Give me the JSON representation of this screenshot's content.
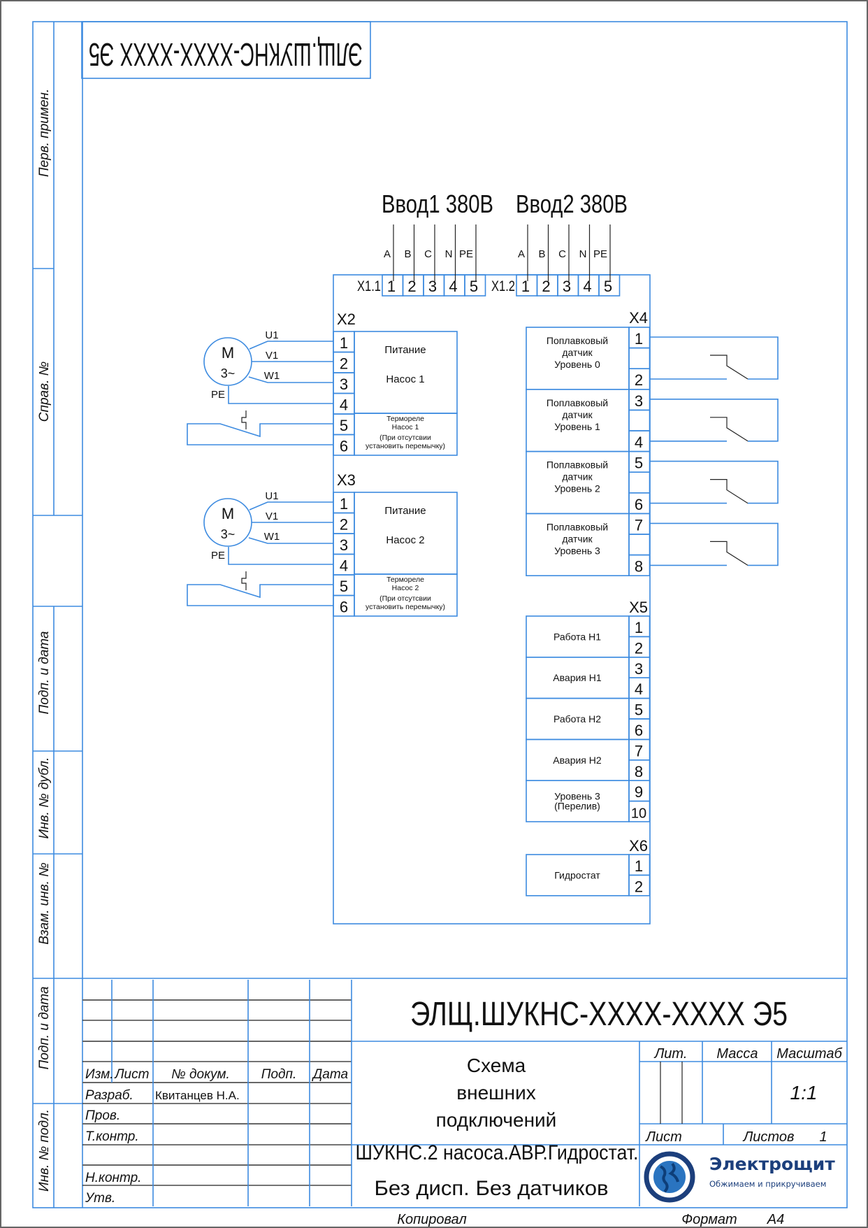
{
  "stamp_code_rotated": "ЭЛЩ.ШУКНС-XXXX-XXXX Э5",
  "side_labels": [
    "Перв. примен.",
    "Справ. №",
    "Подп. и дата",
    "Инв. № дубл.",
    "Взам. инв. №",
    "Подп. и дата",
    "Инв. № подл."
  ],
  "inputs": [
    {
      "title": "Ввод1 380В",
      "connector": "X1.1",
      "phases": [
        "A",
        "B",
        "C",
        "N",
        "PE"
      ],
      "terminals": [
        "1",
        "2",
        "3",
        "4",
        "5"
      ]
    },
    {
      "title": "Ввод2 380В",
      "connector": "X1.2",
      "phases": [
        "A",
        "B",
        "C",
        "N",
        "PE"
      ],
      "terminals": [
        "1",
        "2",
        "3",
        "4",
        "5"
      ]
    }
  ],
  "pumps": [
    {
      "connector": "X2",
      "motor": {
        "symbol": "M",
        "type": "3~",
        "wires": [
          "U1",
          "V1",
          "W1"
        ],
        "pe": "PE"
      },
      "terminals": [
        "1",
        "2",
        "3",
        "4",
        "5",
        "6"
      ],
      "power_label": [
        "Питание",
        "Насос 1"
      ],
      "relay_label": [
        "Термореле",
        "Насос 1",
        "(При отсутсвии",
        "установить перемычку)"
      ]
    },
    {
      "connector": "X3",
      "motor": {
        "symbol": "M",
        "type": "3~",
        "wires": [
          "U1",
          "V1",
          "W1"
        ],
        "pe": "PE"
      },
      "terminals": [
        "1",
        "2",
        "3",
        "4",
        "5",
        "6"
      ],
      "power_label": [
        "Питание",
        "Насос 2"
      ],
      "relay_label": [
        "Термореле",
        "Насос 2",
        "(При отсутсвии",
        "установить перемычку)"
      ]
    }
  ],
  "level_sensors": {
    "connector": "X4",
    "items": [
      {
        "label": [
          "Поплавковый",
          "датчик",
          "Уровень 0"
        ],
        "terminals": [
          "1",
          "",
          "2"
        ]
      },
      {
        "label": [
          "Поплавковый",
          "датчик",
          "Уровень 1"
        ],
        "terminals": [
          "3",
          "",
          "4"
        ]
      },
      {
        "label": [
          "Поплавковый",
          "датчик",
          "Уровень 2"
        ],
        "terminals": [
          "5",
          "",
          "6"
        ]
      },
      {
        "label": [
          "Поплавковый",
          "датчик",
          "Уровень 3"
        ],
        "terminals": [
          "7",
          "",
          "8"
        ]
      }
    ]
  },
  "signals": {
    "connector": "X5",
    "items": [
      {
        "label": [
          "Работа Н1"
        ],
        "terminals": [
          "1",
          "2"
        ]
      },
      {
        "label": [
          "Авария Н1"
        ],
        "terminals": [
          "3",
          "4"
        ]
      },
      {
        "label": [
          "Работа Н2"
        ],
        "terminals": [
          "5",
          "6"
        ]
      },
      {
        "label": [
          "Авария Н2"
        ],
        "terminals": [
          "7",
          "8"
        ]
      },
      {
        "label": [
          "Уровень 3",
          "(Перелив)"
        ],
        "terminals": [
          "9",
          "10"
        ]
      }
    ]
  },
  "hydrostat": {
    "connector": "X6",
    "items": [
      {
        "label": [
          "Гидростат"
        ],
        "terminals": [
          "1",
          "2"
        ]
      }
    ]
  },
  "title_block": {
    "code": "ЭЛЩ.ШУКНС-XXXX-XXXX Э5",
    "doc_title": [
      "Схема",
      "внешних",
      "подключений"
    ],
    "product_name": [
      "ШУКНС.2 насоса.АВР.Гидростат.",
      "Без дисп. Без датчиков"
    ],
    "headers": {
      "izm": "Изм.",
      "list": "Лист",
      "doc_no": "№ докум.",
      "sign": "Подп.",
      "date": "Дата"
    },
    "roles": [
      {
        "role": "Разраб.",
        "name": "Квитанцев Н.А."
      },
      {
        "role": "Пров.",
        "name": ""
      },
      {
        "role": "Т.контр.",
        "name": ""
      },
      {
        "role": "",
        "name": ""
      },
      {
        "role": "Н.контр.",
        "name": ""
      },
      {
        "role": "Утв.",
        "name": ""
      }
    ],
    "lit_label": "Лит.",
    "mass_label": "Масса",
    "scale_label": "Масштаб",
    "scale_value": "1:1",
    "sheet_label": "Лист",
    "sheets_label": "Листов",
    "sheets_value": "1",
    "copied_label": "Копировал",
    "format_label": "Формат",
    "format_value": "А4"
  },
  "logo": {
    "name": "Электрощит",
    "slogan": "Обжимаем и прикручиваем",
    "color": "#1c3f7c"
  }
}
